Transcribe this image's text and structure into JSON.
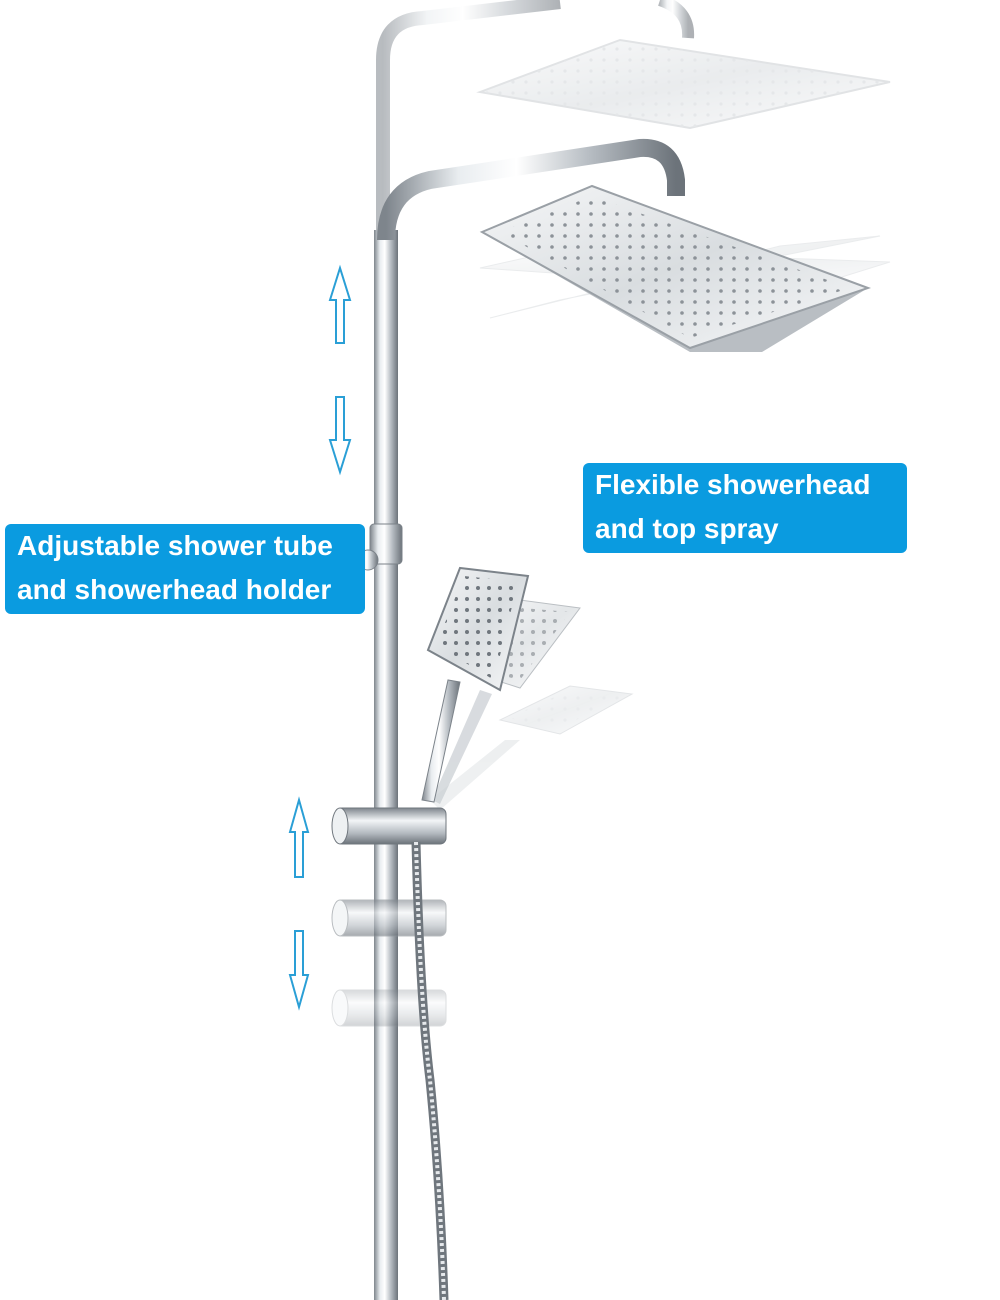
{
  "labels": {
    "top_spray": [
      "Flexible showerhead",
      "and top spray"
    ],
    "holder": [
      "Adjustable shower tube",
      "and showerhead holder"
    ]
  },
  "colors": {
    "label_bg": "#0a9be0",
    "label_text": "#ffffff",
    "arrow": "#2a9fd6",
    "chrome_dark": "#8a8f96",
    "chrome_light": "#f4f6f8"
  },
  "icons": [
    "arrow-up-icon",
    "arrow-down-icon"
  ]
}
